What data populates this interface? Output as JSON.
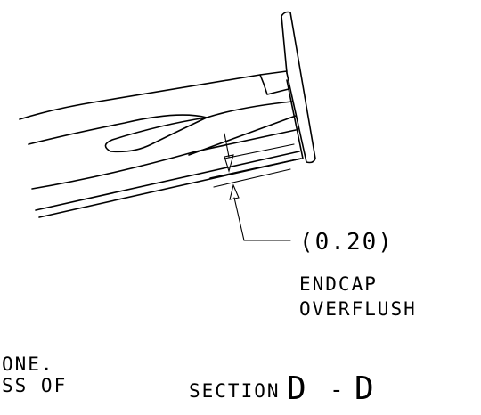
{
  "dimension": {
    "value": "(0.20)",
    "note_line1": "ENDCAP",
    "note_line2": "OVERFLUSH"
  },
  "left_note": {
    "line1": "ONE.",
    "line2": "SS OF"
  },
  "section_label": {
    "prefix": "SECTION",
    "letter_a": "D",
    "dash": "-",
    "letter_b": "D"
  },
  "colors": {
    "ink": "#000000",
    "paper": "#ffffff"
  }
}
